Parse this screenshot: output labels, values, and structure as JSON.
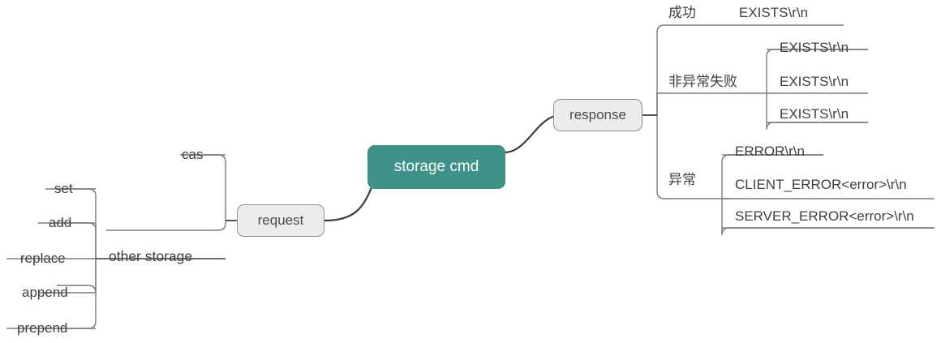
{
  "diagram": {
    "type": "mind-map",
    "title_node": "storage cmd",
    "colors": {
      "root_fill": "#3f9287",
      "root_text": "#ffffff",
      "node_fill": "#ececec",
      "node_border": "#8d8d8d",
      "node_text": "#4a4a4a",
      "label_text": "#3f3f3f",
      "wire": "#7a7a7a",
      "wire_main": "#3b3b3b",
      "background": "#ffffff"
    },
    "root": {
      "label": "storage cmd"
    },
    "branches": {
      "request": {
        "label": "request",
        "children": [
          {
            "label": "cas",
            "children": []
          },
          {
            "label": "other storage",
            "children": [
              {
                "label": "set"
              },
              {
                "label": "add"
              },
              {
                "label": "replace"
              },
              {
                "label": "append"
              },
              {
                "label": "prepend"
              }
            ]
          }
        ]
      },
      "response": {
        "label": "response",
        "children": [
          {
            "label": "成功",
            "children": [
              {
                "label": "EXISTS\\r\\n"
              }
            ]
          },
          {
            "label": "非异常失败",
            "children": [
              {
                "label": "EXISTS\\r\\n"
              },
              {
                "label": "EXISTS\\r\\n"
              },
              {
                "label": "EXISTS\\r\\n"
              }
            ]
          },
          {
            "label": "异常",
            "children": [
              {
                "label": "ERROR\\r\\n"
              },
              {
                "label": "CLIENT_ERROR<error>\\r\\n"
              },
              {
                "label": "SERVER_ERROR<error>\\r\\n"
              }
            ]
          }
        ]
      }
    }
  }
}
